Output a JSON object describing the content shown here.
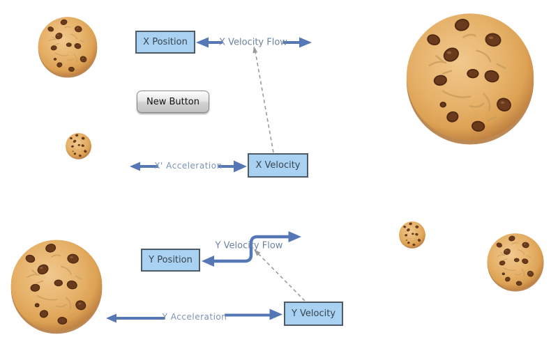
{
  "diagram": {
    "labels": {
      "x_position": "X Position",
      "x_velocity": "X Velocity",
      "y_position": "Y Position",
      "y_velocity": "Y Velocity",
      "x_velocity_flow": "X Velocity Flow",
      "x_acceleration": "X' Acceleration",
      "y_velocity_flow": "Y Velocity Flow",
      "y_acceleration": "Y Acceleration"
    },
    "button": {
      "label": "New Button"
    },
    "icons": {
      "cookie": "chocolate-chip-cookie",
      "cookie_count": 6
    },
    "colors": {
      "background": "#ffffff",
      "stock_fill": "#a9d2f2",
      "stock_border": "#4e5a66",
      "stock_text": "#39434f",
      "arrow": "#5577b5",
      "flow_label_text": "#6b82a1",
      "acceleration_label_text": "#7b93b3",
      "link_dashed": "#9b9b9b",
      "button_face": "#d9d9d9",
      "button_text": "#111111",
      "cookie_dough": "#e6b26a",
      "cookie_chip": "#6a3a1d"
    }
  }
}
